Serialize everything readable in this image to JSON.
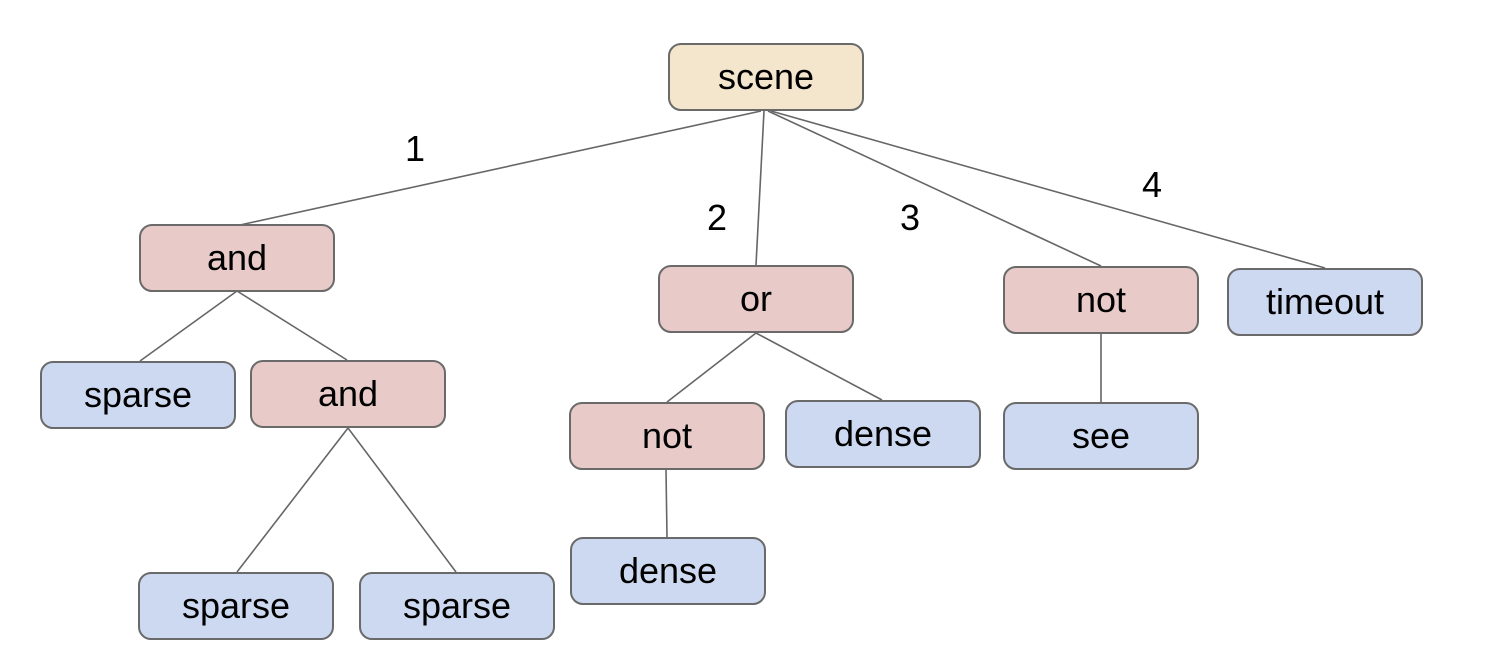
{
  "diagram": {
    "type": "tree",
    "nodes": [
      {
        "id": "scene",
        "label": "scene",
        "role": "root"
      },
      {
        "id": "and-1",
        "label": "and",
        "role": "operator"
      },
      {
        "id": "or-1",
        "label": "or",
        "role": "operator"
      },
      {
        "id": "not-1",
        "label": "not",
        "role": "operator"
      },
      {
        "id": "timeout-1",
        "label": "timeout",
        "role": "leaf"
      },
      {
        "id": "sparse-1",
        "label": "sparse",
        "role": "leaf"
      },
      {
        "id": "and-2",
        "label": "and",
        "role": "operator"
      },
      {
        "id": "not-2",
        "label": "not",
        "role": "operator"
      },
      {
        "id": "dense-1",
        "label": "dense",
        "role": "leaf"
      },
      {
        "id": "see-1",
        "label": "see",
        "role": "leaf"
      },
      {
        "id": "sparse-2",
        "label": "sparse",
        "role": "leaf"
      },
      {
        "id": "sparse-3",
        "label": "sparse",
        "role": "leaf"
      },
      {
        "id": "dense-2",
        "label": "dense",
        "role": "leaf"
      }
    ],
    "edges": [
      {
        "from": "scene",
        "to": "and-1",
        "label": "1"
      },
      {
        "from": "scene",
        "to": "or-1",
        "label": "2"
      },
      {
        "from": "scene",
        "to": "not-1",
        "label": "3"
      },
      {
        "from": "scene",
        "to": "timeout-1",
        "label": "4"
      },
      {
        "from": "and-1",
        "to": "sparse-1",
        "label": ""
      },
      {
        "from": "and-1",
        "to": "and-2",
        "label": ""
      },
      {
        "from": "and-2",
        "to": "sparse-2",
        "label": ""
      },
      {
        "from": "and-2",
        "to": "sparse-3",
        "label": ""
      },
      {
        "from": "or-1",
        "to": "not-2",
        "label": ""
      },
      {
        "from": "or-1",
        "to": "dense-1",
        "label": ""
      },
      {
        "from": "not-2",
        "to": "dense-2",
        "label": ""
      },
      {
        "from": "not-1",
        "to": "see-1",
        "label": ""
      }
    ],
    "edge_labels": [
      "1",
      "2",
      "3",
      "4"
    ]
  },
  "colors": {
    "root_fill": "#f4e6cc",
    "operator_fill": "#e8cbc8",
    "leaf_fill": "#cdd9f0",
    "node_border": "#6a6a6a",
    "edge_color": "#666666",
    "text_color": "#000000",
    "background": "#ffffff"
  }
}
